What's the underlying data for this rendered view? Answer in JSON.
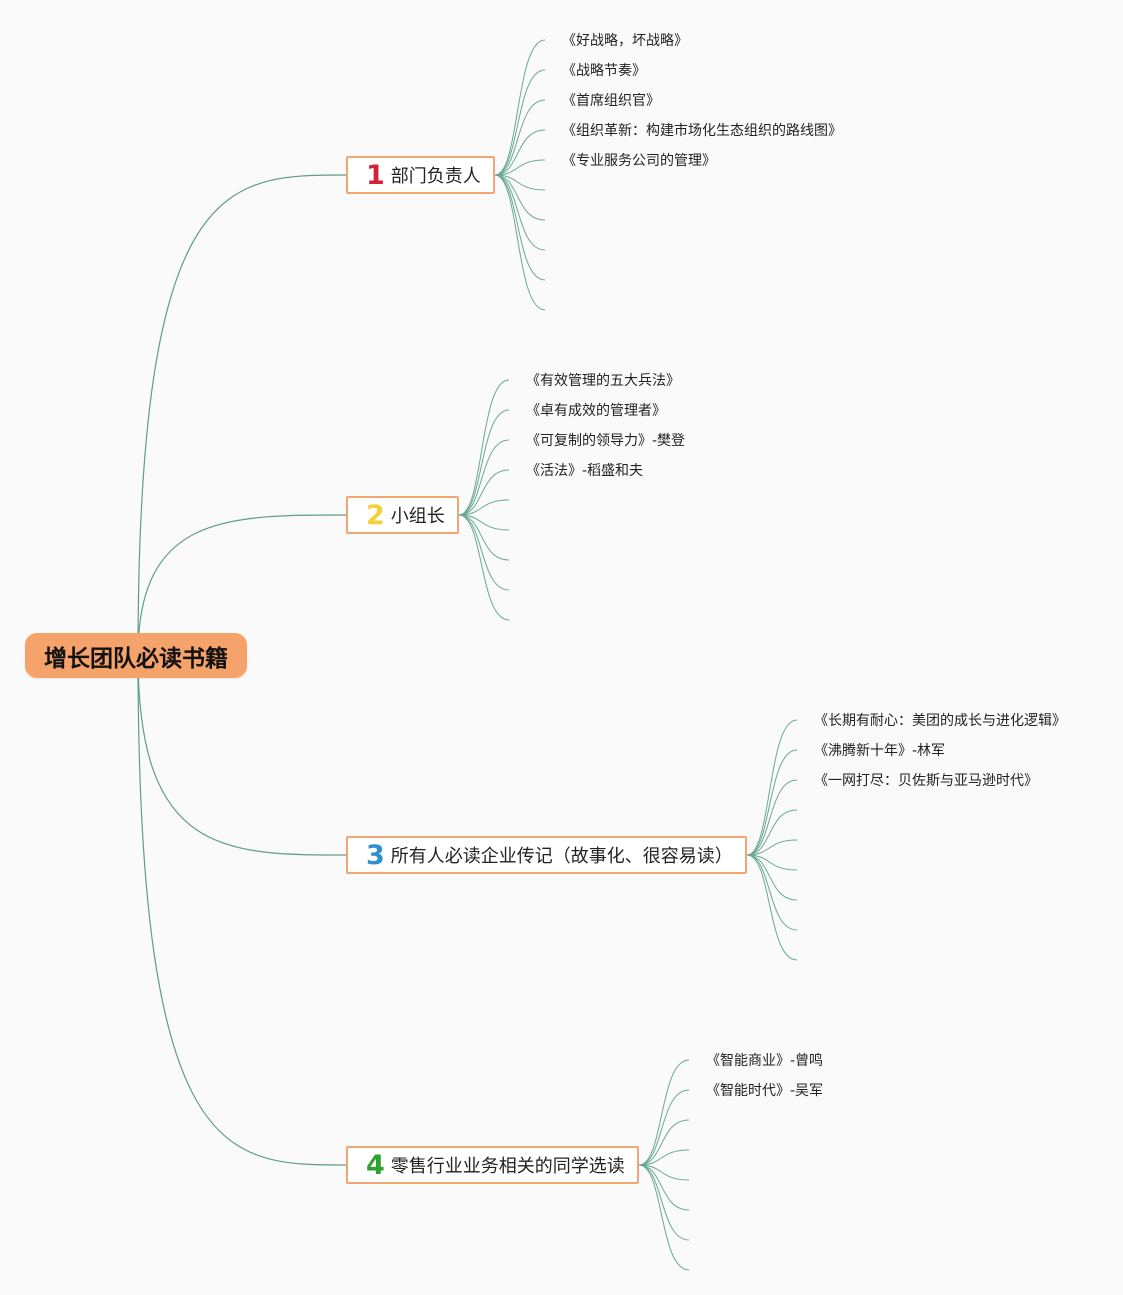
{
  "root": {
    "label": "增长团队必读书籍"
  },
  "colors": {
    "root_fill": "#f5a36b",
    "branch_border": "#f3a572",
    "link": "#5f9d86",
    "num1": "#d6203a",
    "num2": "#f2d23a",
    "num3": "#2e8fd0",
    "num4": "#2ea02e"
  },
  "branches": [
    {
      "number": "1",
      "label": "部门负责人",
      "books": [
        "《好战略，坏战略》",
        "《战略节奏》",
        "《首席组织官》",
        "《组织革新：构建市场化生态组织的路线图》",
        "《专业服务公司的管理》",
        "",
        "",
        "",
        "",
        ""
      ]
    },
    {
      "number": "2",
      "label": "小组长",
      "books": [
        "《有效管理的五大兵法》",
        "《卓有成效的管理者》",
        "《可复制的领导力》-樊登",
        "《活法》-稻盛和夫",
        "",
        "",
        "",
        "",
        ""
      ]
    },
    {
      "number": "3",
      "label": "所有人必读企业传记（故事化、很容易读）",
      "books": [
        "《长期有耐心：美团的成长与进化逻辑》",
        "《沸腾新十年》-林军",
        "《一网打尽：贝佐斯与亚马逊时代》",
        "",
        "",
        "",
        "",
        "",
        ""
      ]
    },
    {
      "number": "4",
      "label": "零售行业业务相关的同学选读",
      "books": [
        "《智能商业》-曾鸣",
        "《智能时代》-吴军",
        "",
        "",
        "",
        "",
        "",
        ""
      ]
    }
  ]
}
